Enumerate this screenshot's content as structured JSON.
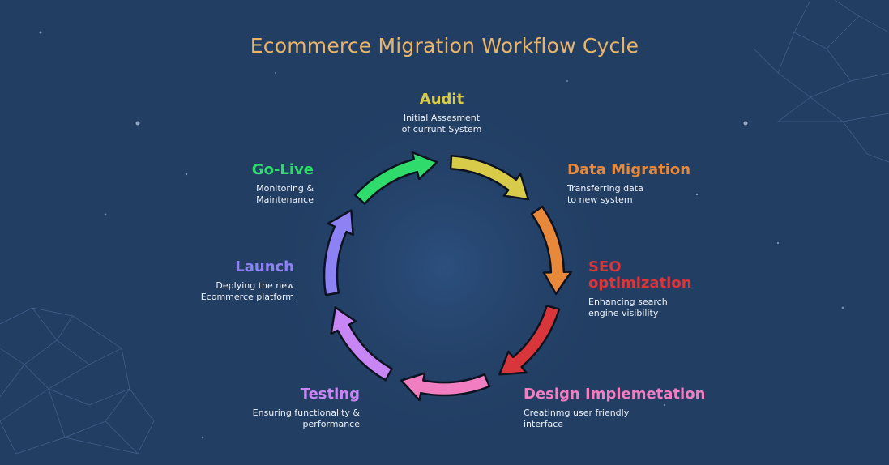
{
  "title": "Ecommerce Migration Workflow Cycle",
  "colors": {
    "background": "#223e63",
    "title": "#e9b56a"
  },
  "stages": [
    {
      "name": "Audit",
      "desc": [
        "Initial Assesment",
        "of currunt System"
      ],
      "color": "#d8cb4a"
    },
    {
      "name": "Data Migration",
      "desc": [
        "Transferring data",
        "to new system"
      ],
      "color": "#e8883a"
    },
    {
      "name": "SEO",
      "name2": "optimization",
      "desc": [
        "Enhancing search",
        "engine visibility"
      ],
      "color": "#d8363a"
    },
    {
      "name": "Design Implemetation",
      "desc": [
        "Creatinmg user friendly",
        "interface"
      ],
      "color": "#f07ec0"
    },
    {
      "name": "Testing",
      "desc": [
        "Ensuring functionality &",
        "performance"
      ],
      "color": "#c886f5"
    },
    {
      "name": "Launch",
      "desc": [
        "Deplying the new",
        "Ecommerce platform"
      ],
      "color": "#8d82f3"
    },
    {
      "name": "Go-Live",
      "desc": [
        "Monitoring &",
        "Maintenance"
      ],
      "color": "#2fdc6b"
    }
  ]
}
